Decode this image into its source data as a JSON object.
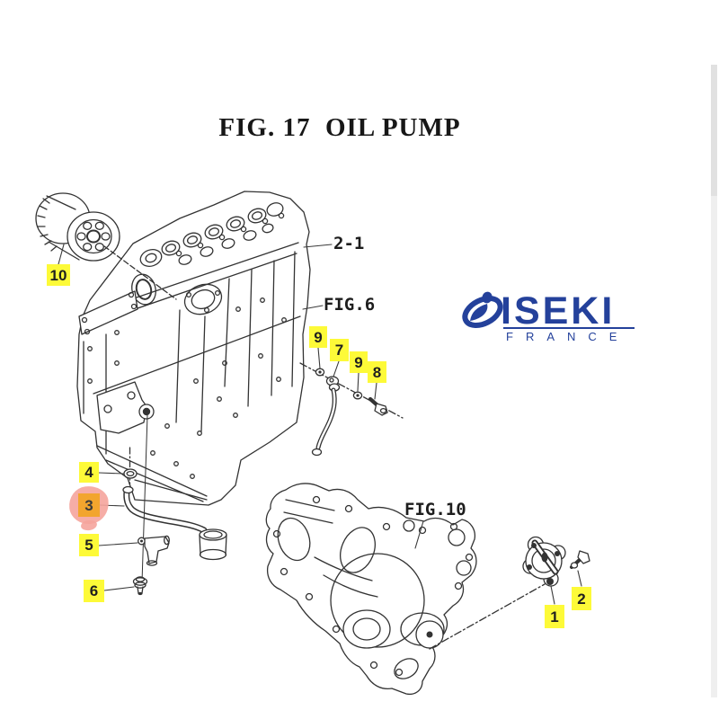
{
  "title": "FIG. 17  OIL PUMP",
  "logo": {
    "brand": "ISEKI",
    "region": "FRANCE",
    "color": "#24419b"
  },
  "refs": {
    "head": "2-1",
    "fig6": "FIG.6",
    "fig10": "FIG.10"
  },
  "callouts": [
    {
      "num": "10",
      "highlighted": false
    },
    {
      "num": "4",
      "highlighted": false
    },
    {
      "num": "3",
      "highlighted": true
    },
    {
      "num": "5",
      "highlighted": false
    },
    {
      "num": "6",
      "highlighted": false
    },
    {
      "num": "9",
      "highlighted": false
    },
    {
      "num": "7",
      "highlighted": false
    },
    {
      "num": "9",
      "highlighted": false
    },
    {
      "num": "8",
      "highlighted": false
    },
    {
      "num": "1",
      "highlighted": false
    },
    {
      "num": "2",
      "highlighted": false
    }
  ],
  "colors": {
    "callout_bg": "#fdfa38",
    "highlight_bg": "#f2a52e",
    "highlight_halo": "#f5a49c",
    "line_art": "#333333",
    "logo_blue": "#24419b"
  }
}
